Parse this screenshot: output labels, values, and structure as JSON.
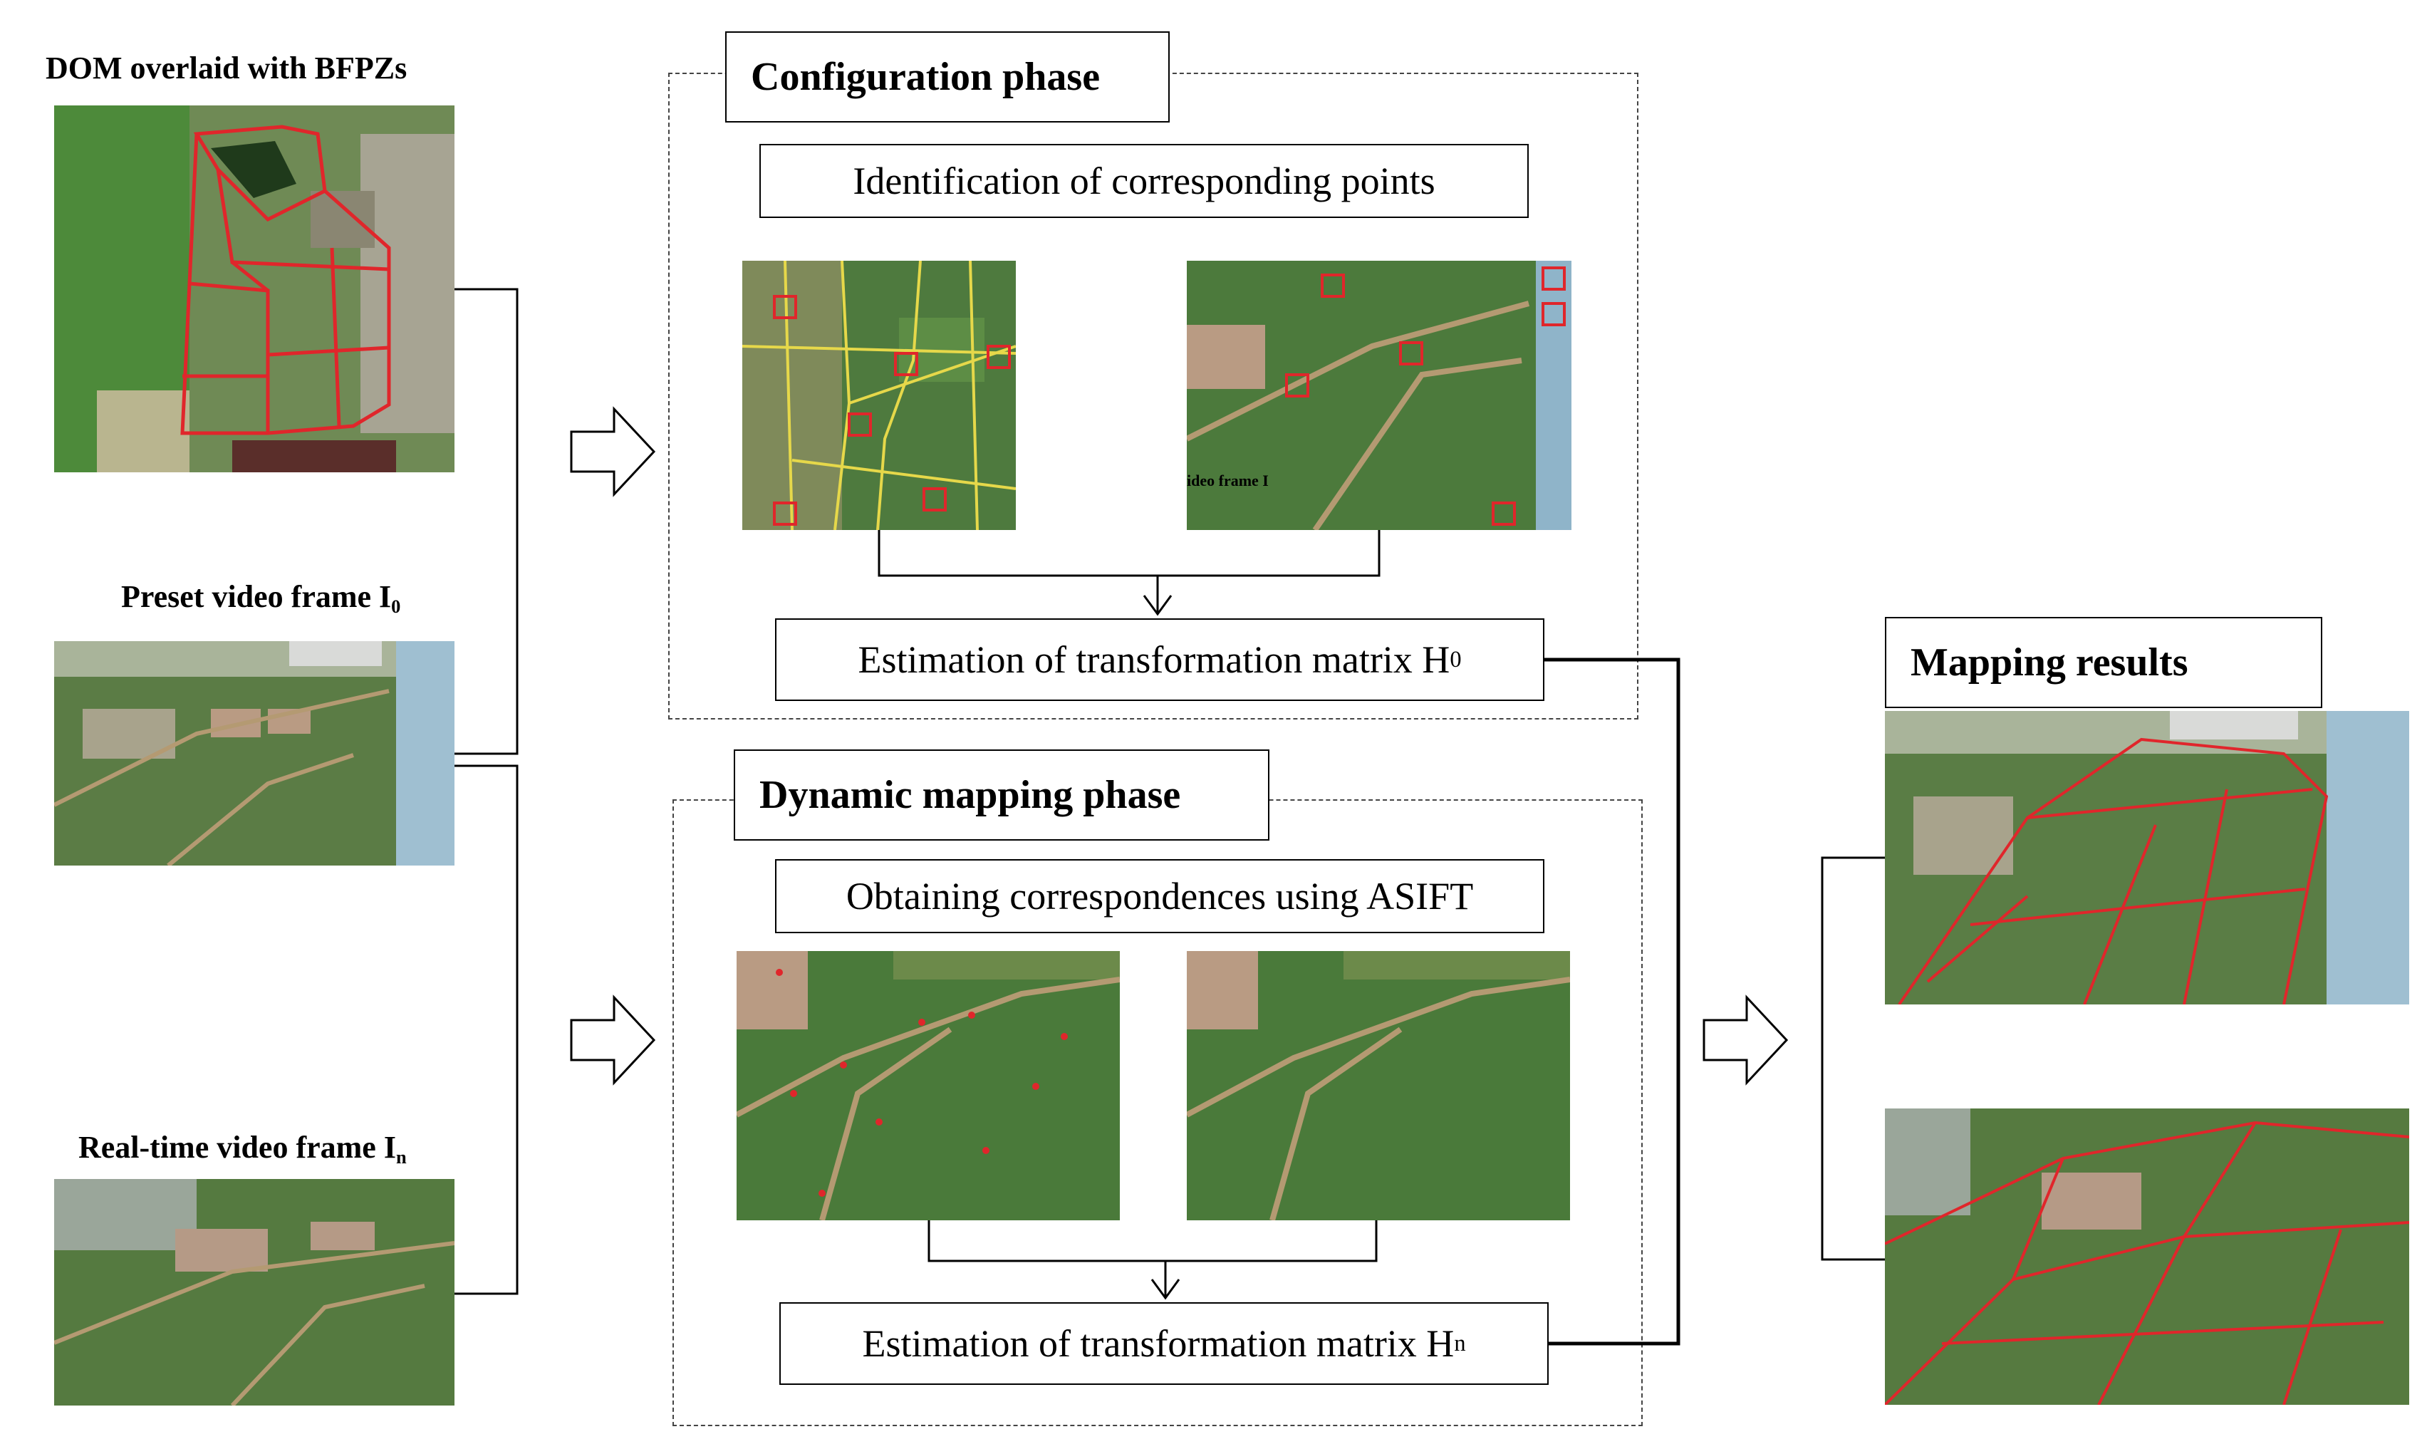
{
  "left": {
    "dom_label": "DOM overlaid with BFPZs",
    "preset_label": "Preset video frame I",
    "preset_sub": "0",
    "realtime_label": "Real-time video frame I",
    "realtime_sub": "n"
  },
  "configuration": {
    "title": "Configuration  phase",
    "step1": "Identification  of corresponding points",
    "step2": "Estimation  of transformation matrix H",
    "step2_sub": "0",
    "video_frame_caption": "ideo frame I"
  },
  "dynamic": {
    "title": "Dynamic mapping phase",
    "step1": "Obtaining  correspondences using ASIFT",
    "step2": "Estimation  of transformation matrix H",
    "step2_sub": "n"
  },
  "results": {
    "title": "Mapping results"
  },
  "colors": {
    "overlay_red": "#e0262b",
    "overlay_yellow": "#e6d84a",
    "field_green": "#3f7a34",
    "water_blue": "#8fb4c9"
  }
}
